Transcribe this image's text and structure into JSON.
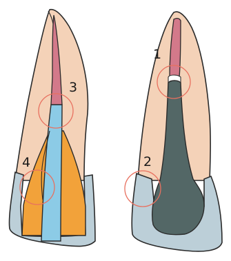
{
  "labels": {
    "left": [
      "3",
      "4"
    ],
    "right": [
      "1",
      "2"
    ]
  },
  "colors": {
    "tooth": "#f4d2b8",
    "canal_upper": "#d3798a",
    "canal_blue": "#8ccbe6",
    "filling_orange": "#f2a23a",
    "base_gray": "#bccfd8",
    "post_dark": "#536766",
    "circle": "#e8705f",
    "outline": "#2a2a2a"
  }
}
